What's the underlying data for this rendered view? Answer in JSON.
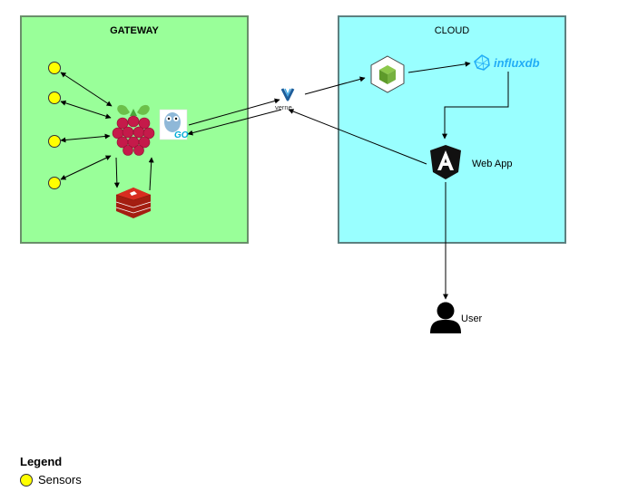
{
  "gateway": {
    "title": "GATEWAY"
  },
  "cloud": {
    "title": "CLOUD"
  },
  "influx": {
    "label": "influxdb"
  },
  "go": {
    "label": "GO"
  },
  "verne": {
    "label": "verne"
  },
  "webapp": {
    "label": "Web App"
  },
  "user": {
    "label": "User"
  },
  "legend": {
    "title": "Legend",
    "sensors_label": "Sensors"
  },
  "colors": {
    "gateway_fill": "#99ff99",
    "cloud_fill": "#99ffff",
    "sensor_fill": "#ffff00",
    "influx": "#22adf6",
    "redis": "#d82c20",
    "raspberry": "#c51a4a"
  },
  "icons": [
    "sensor-icon",
    "raspberry-pi-icon",
    "go-icon",
    "redis-icon",
    "vernemq-icon",
    "nodejs-icon",
    "influxdb-icon",
    "angular-icon",
    "user-icon"
  ]
}
